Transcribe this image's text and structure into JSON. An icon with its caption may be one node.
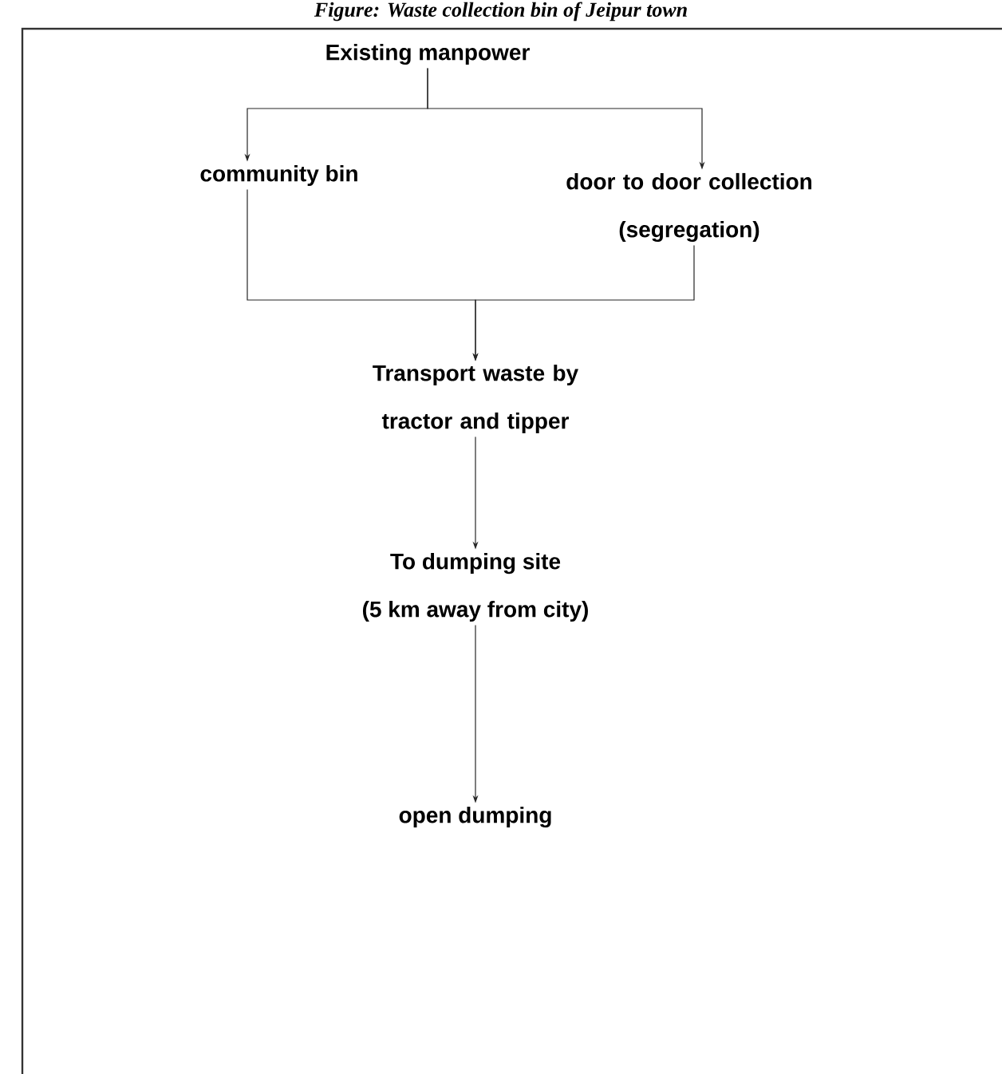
{
  "diagram": {
    "title": "Figure: Waste collection bin of Jeipur town",
    "nodes": [
      {
        "text": [
          "Existing manpower"
        ]
      },
      {
        "text": [
          "community bin"
        ]
      },
      {
        "text": [
          "door to door collection (segregation)"
        ]
      },
      {
        "text": [
          "Transport waste by tractor and tipper"
        ]
      },
      {
        "text": [
          "To dumping site",
          "(5 km away from city)"
        ]
      },
      {
        "text": [
          "open dumping"
        ]
      }
    ],
    "edges": [
      {
        "from": 0,
        "to": 1,
        "arrow": "to"
      },
      {
        "from": 0,
        "to": 2,
        "arrow": "to"
      },
      {
        "from": 1,
        "to": 3,
        "arrow": "to"
      },
      {
        "from": 2,
        "to": 3,
        "arrow": "to"
      },
      {
        "from": 3,
        "to": 4,
        "arrow": "to"
      },
      {
        "from": 4,
        "to": 5,
        "arrow": "to"
      }
    ]
  }
}
